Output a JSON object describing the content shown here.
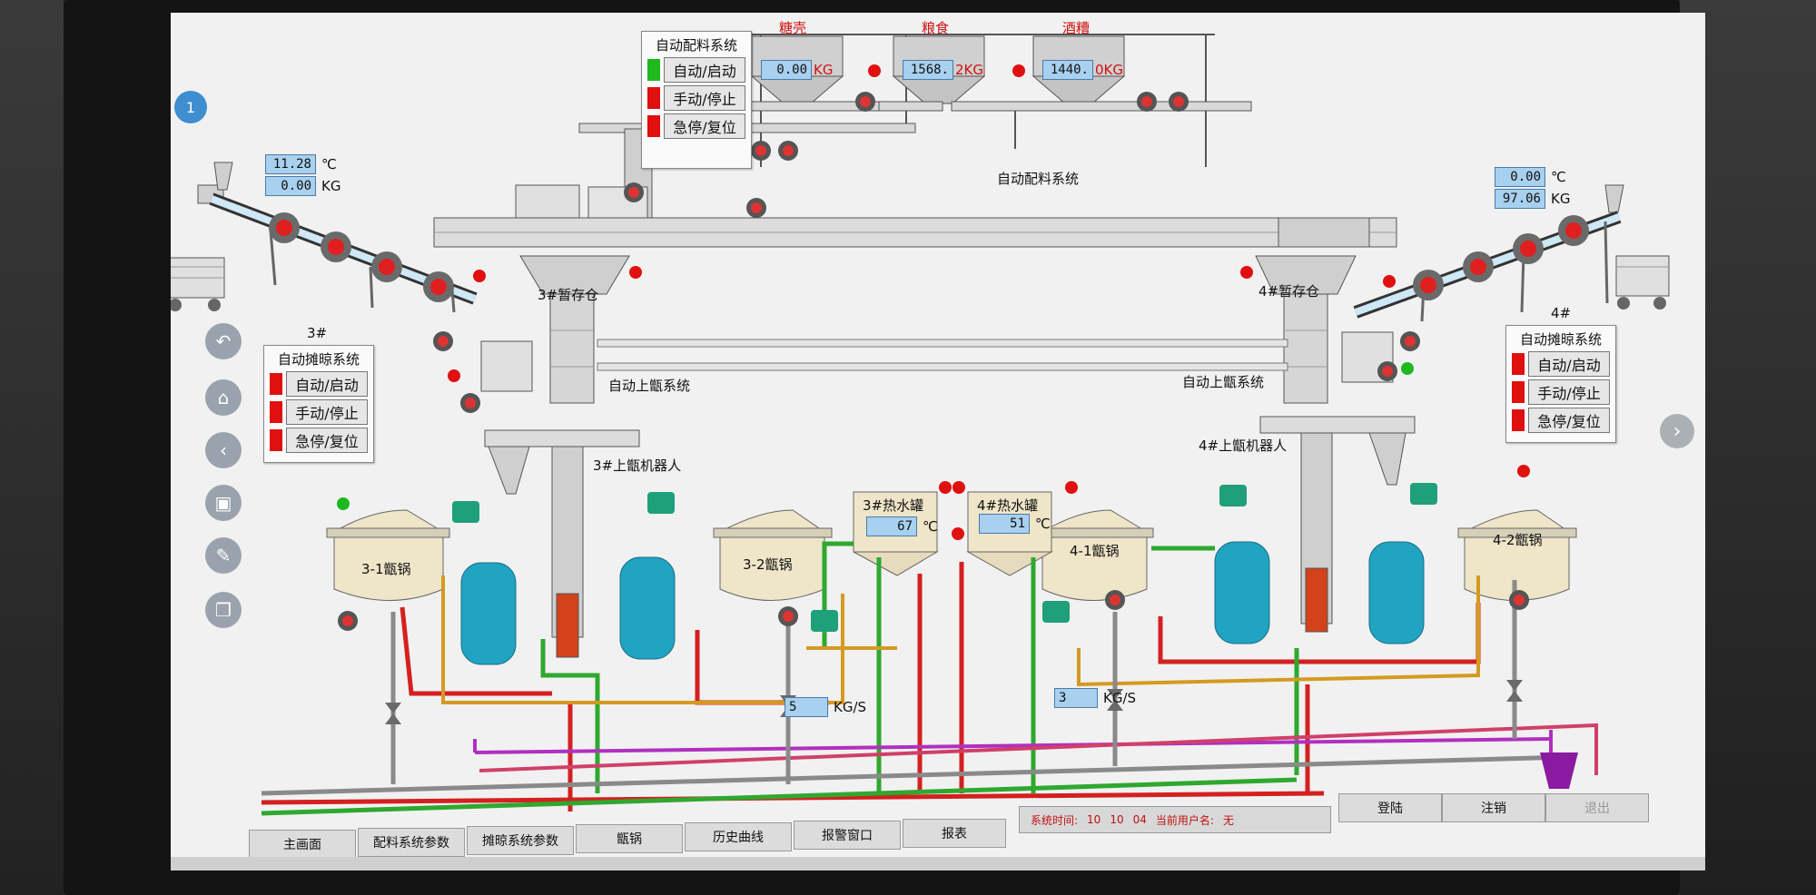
{
  "hoppers": [
    {
      "name": "糖壳",
      "value": "0.00",
      "unit": "KG"
    },
    {
      "name": "粮食",
      "value": "1568.",
      "unit": "2KG"
    },
    {
      "name": "酒糟",
      "value": "1440.",
      "unit": "0KG"
    }
  ],
  "batching": {
    "panel_title": "自动配料系统",
    "btn_auto": "自动/启动",
    "btn_manual": "手动/停止",
    "btn_estop": "急停/复位",
    "line_label": "自动配料系统"
  },
  "left_spread": {
    "temp": "11.28",
    "temp_unit": "℃",
    "weight": "0.00",
    "weight_unit": "KG",
    "number_label": "3#",
    "panel_title": "自动摊晾系统",
    "btn_auto": "自动/启动",
    "btn_manual": "手动/停止",
    "btn_estop": "急停/复位"
  },
  "right_spread": {
    "temp": "0.00",
    "temp_unit": "℃",
    "weight": "97.06",
    "weight_unit": "KG",
    "number_label": "4#",
    "panel_title": "自动摊晾系统",
    "btn_auto": "自动/启动",
    "btn_manual": "手动/停止",
    "btn_estop": "急停/复位"
  },
  "labels": {
    "storage3": "3#暂存仓",
    "storage4": "4#暂存仓",
    "loading_left": "自动上甑系统",
    "loading_right": "自动上甑系统",
    "robot3": "3#上甑机器人",
    "robot4": "4#上甑机器人",
    "pot31": "3-1甑锅",
    "pot32": "3-2甑锅",
    "pot41": "4-1甑锅",
    "pot42": "4-2甑锅"
  },
  "hot_water": [
    {
      "name": "3#热水罐",
      "value": "67",
      "unit": "℃"
    },
    {
      "name": "4#热水罐",
      "value": "51",
      "unit": "℃"
    }
  ],
  "flows": [
    {
      "value": "5",
      "unit": "KG/S"
    },
    {
      "value": "3",
      "unit": "KG/S"
    }
  ],
  "badge": "1",
  "nav": {
    "main": "主画面",
    "batching_params": "配料系统参数",
    "spreading_params": "摊晾系统参数",
    "pot": "甑锅",
    "history": "历史曲线",
    "alarm": "报警窗口",
    "report": "报表",
    "login": "登陆",
    "logout": "注销",
    "exit": "退出"
  },
  "status": {
    "time_label": "系统时间:",
    "hour": "10",
    "minute": "10",
    "second": "04",
    "user_label": "当前用户名:",
    "user_value": "无"
  },
  "colors": {
    "led_green": "#1fb81f",
    "led_red": "#e01010",
    "pipe_red": "#d42020",
    "pipe_green": "#2fa82f",
    "pipe_orange": "#d49a20",
    "pipe_purple": "#b030c0",
    "pipe_gray": "#8a8a8a",
    "vessel_blue": "#21a3c2",
    "vessel_tan": "#efe5c8"
  }
}
